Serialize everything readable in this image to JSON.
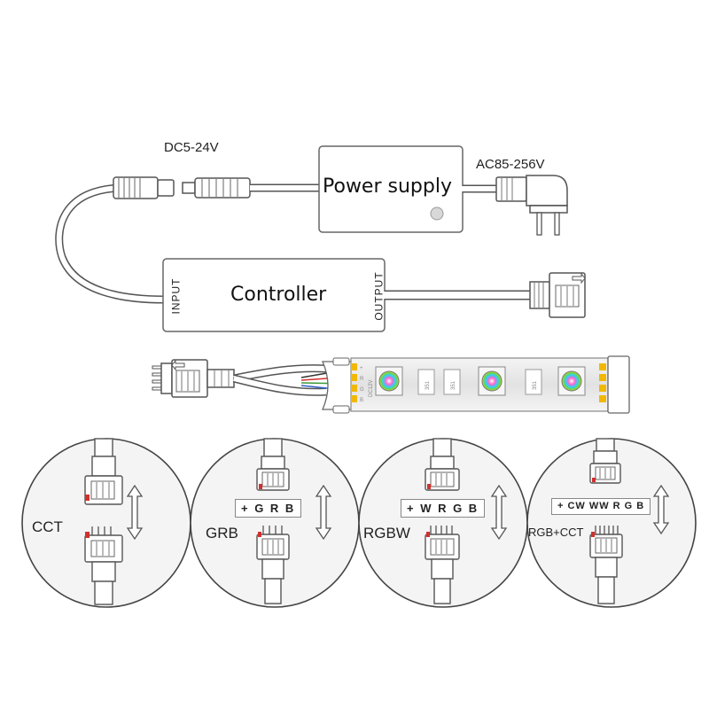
{
  "labels": {
    "dc_voltage": "DC5-24V",
    "ac_voltage": "AC85-256V",
    "power_supply": "Power supply",
    "controller": "Controller",
    "input_port": "INPUT",
    "output_port": "OUTPUT",
    "strip_voltage": "DC12V",
    "led_code": "351"
  },
  "strip_pads": [
    "+",
    "R",
    "G",
    "B"
  ],
  "wire_colors": {
    "red": "#d0312d",
    "green": "#3a9a3a",
    "blue": "#2c5fcc",
    "black": "#333333"
  },
  "modes": [
    {
      "name": "CCT",
      "pins": ""
    },
    {
      "name": "GRB",
      "pins": "+ G R B"
    },
    {
      "name": "RGBW",
      "pins": "+ W R G B"
    },
    {
      "name": "RGB+CCT",
      "pins": "+ CW WW R G B"
    }
  ]
}
